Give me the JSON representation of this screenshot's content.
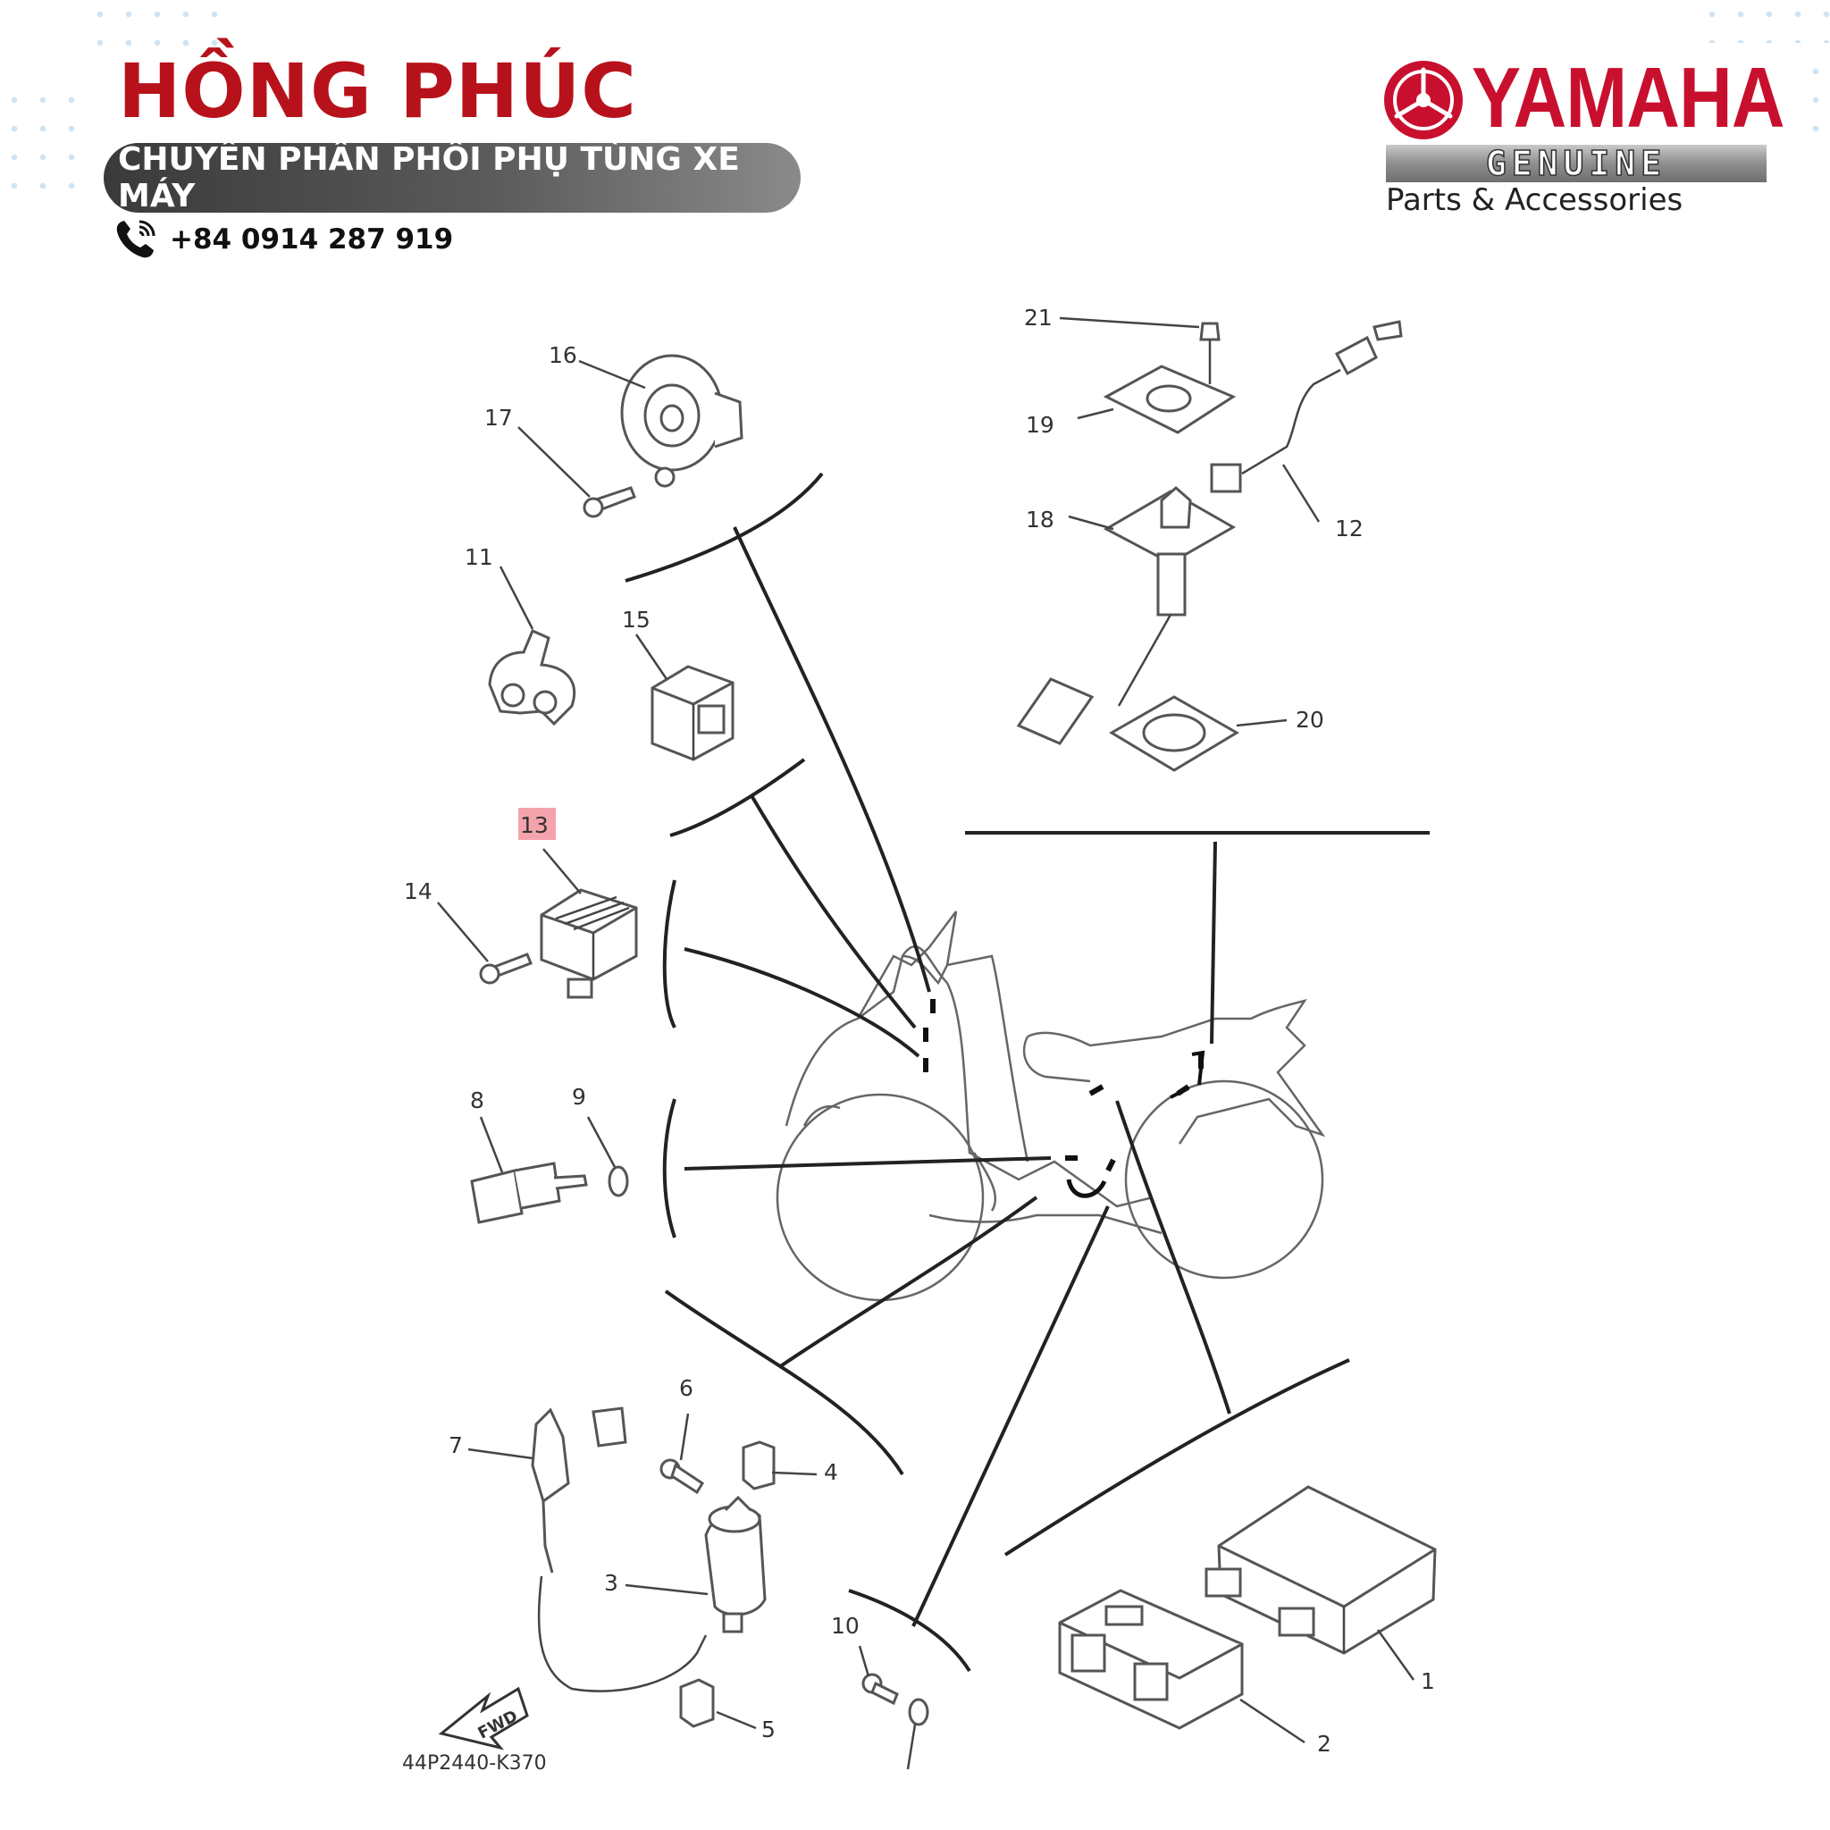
{
  "header": {
    "brand": "HỒNG PHÚC",
    "tagline": "CHUYÊN PHÂN PHỐI PHỤ TÙNG XE MÁY",
    "phone": "+84 0914 287 919"
  },
  "logo": {
    "wordmark": "YAMAHA",
    "genuine": "GENUINE",
    "subtitle": "Parts & Accessories"
  },
  "colors": {
    "brand_red": "#b7121b",
    "yamaha_red": "#c8102e",
    "highlight": "#f4a3ad",
    "line": "#222222"
  },
  "diagram": {
    "code": "44P2440-K370",
    "fwd_label": "FWD",
    "highlighted_part": "13",
    "parts": [
      "1",
      "2",
      "3",
      "4",
      "5",
      "6",
      "7",
      "8",
      "9",
      "10",
      "11",
      "12",
      "13",
      "14",
      "15",
      "16",
      "17",
      "18",
      "19",
      "20",
      "21"
    ]
  }
}
